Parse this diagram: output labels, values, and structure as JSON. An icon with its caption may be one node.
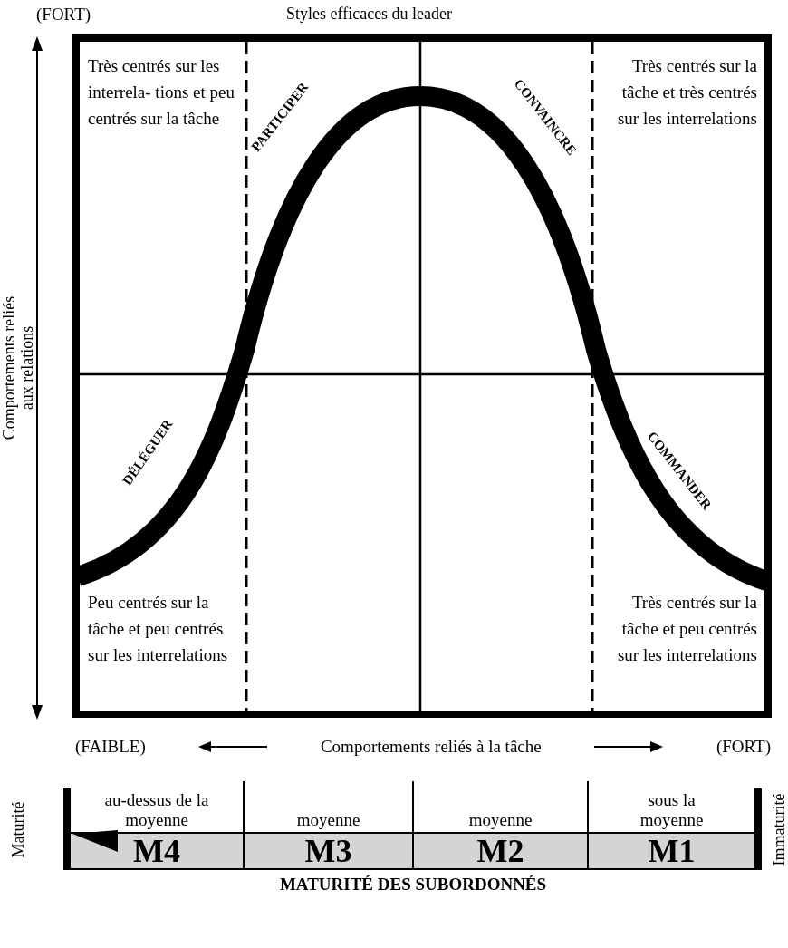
{
  "diagram": {
    "title": "Styles efficaces du leader",
    "caption": "MATURITÉ DES SUBORDONNÉS",
    "nodes": [
      {
        "text": [
          "au-dessus de la moyenne",
          "M4"
        ]
      },
      {
        "text": [
          "moyenne",
          "M3"
        ]
      },
      {
        "text": [
          "moyenne",
          "M2"
        ]
      },
      {
        "text": [
          "sous la moyenne",
          "M1"
        ]
      }
    ],
    "labels": [
      "(FORT)",
      "Très centrés sur les interrela- tions et peu centrés sur la tâche",
      "Très centrés sur la tâche et très centrés sur les interrelations",
      "Peu centrés sur la tâche et peu centrés sur les interrelations",
      "Très centrés sur la tâche et peu centrés sur les interrelations",
      "PARTICIPER",
      "CONVAINCRE",
      "DÉLÉGUER",
      "COMMANDER",
      "Comportements reliés aux relations",
      "(FAIBLE)",
      "Comportements reliés à la tâche",
      "(FORT)",
      "Maturité",
      "Immaturité"
    ]
  }
}
